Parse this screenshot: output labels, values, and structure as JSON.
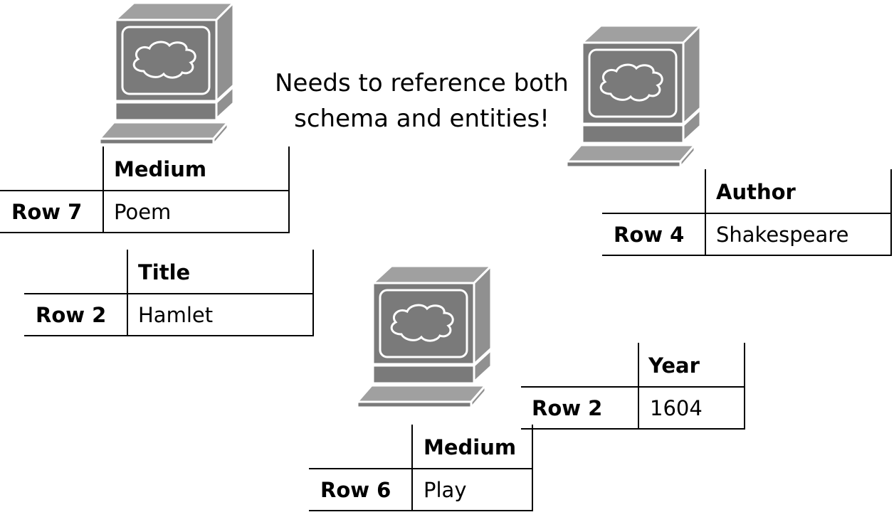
{
  "caption": {
    "line1": "Needs to reference both",
    "line2": "schema and entities!"
  },
  "computers": [
    {
      "name": "computer-left",
      "icon": "computer-cloud-icon"
    },
    {
      "name": "computer-right",
      "icon": "computer-cloud-icon"
    },
    {
      "name": "computer-center",
      "icon": "computer-cloud-icon"
    }
  ],
  "tables": {
    "t1": {
      "header": "Medium",
      "row_label": "Row 7",
      "value": "Poem"
    },
    "t2": {
      "header": "Title",
      "row_label": "Row 2",
      "value": "Hamlet"
    },
    "t3": {
      "header": "Author",
      "row_label": "Row 4",
      "value": "Shakespeare"
    },
    "t4": {
      "header": "Year",
      "row_label": "Row 2",
      "value": "1604"
    },
    "t5": {
      "header": "Medium",
      "row_label": "Row 6",
      "value": "Play"
    }
  },
  "colors": {
    "computer_front": "#7a7a7a",
    "computer_side": "#909090",
    "computer_top": "#a0a0a0",
    "outline": "#ffffff"
  }
}
